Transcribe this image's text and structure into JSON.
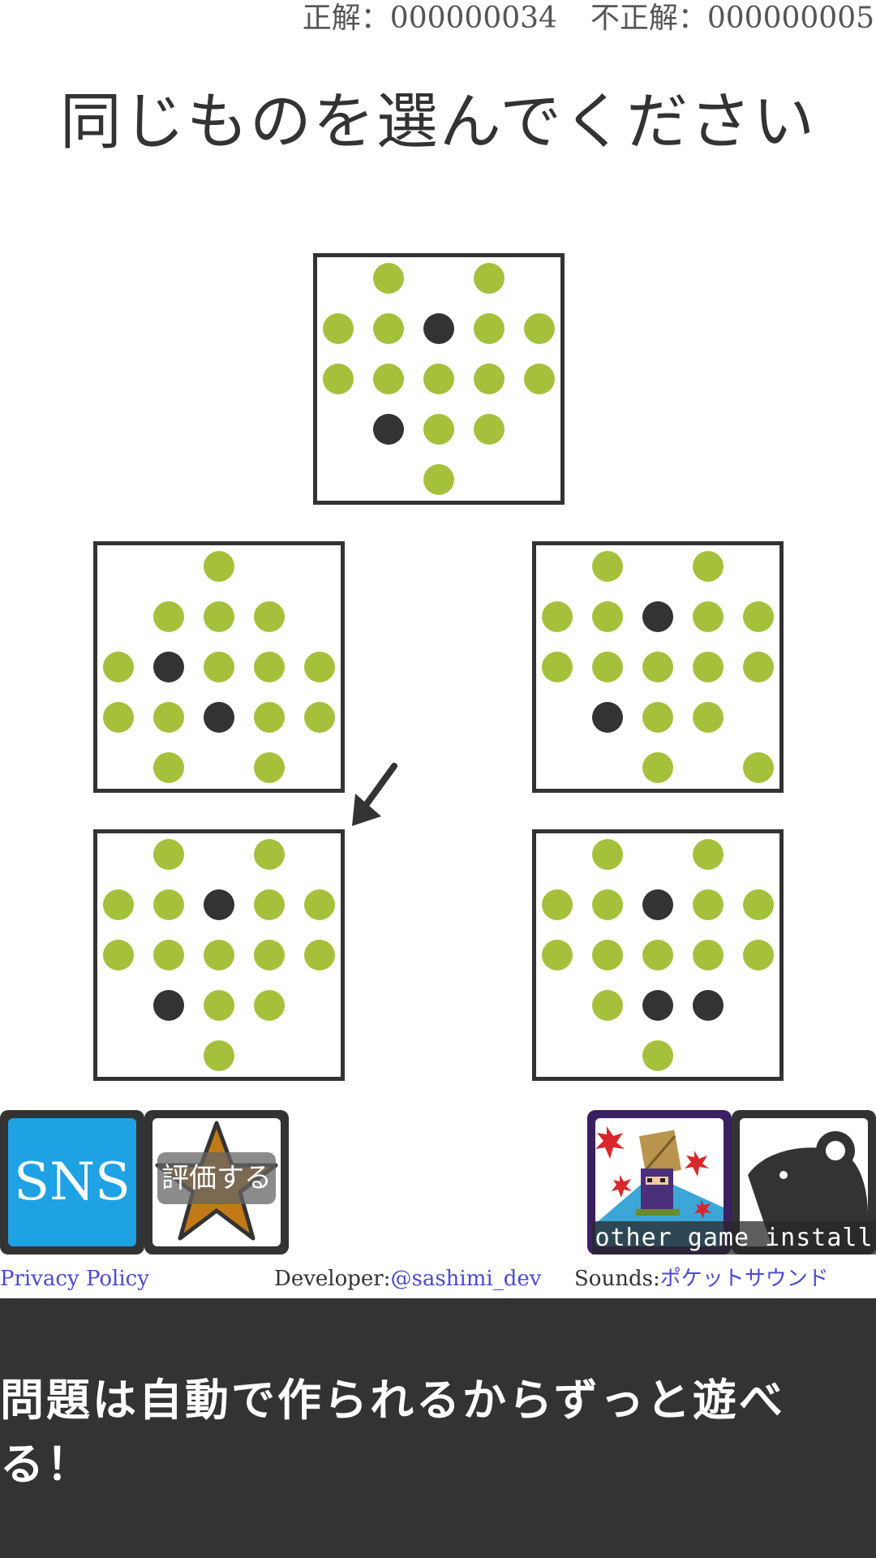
{
  "score": {
    "correct_label": "正解：",
    "correct_value": "000000034",
    "wrong_label": "不正解：",
    "wrong_value": "000000005"
  },
  "instruction": "同じものを選んでください",
  "colors": {
    "green_dot": "#a5c13c",
    "dark_dot": "#333333",
    "border": "#333333",
    "sns_blue": "#1ea2e4",
    "star_orange": "#c27a18",
    "banner_bg": "#333333",
    "link_blue": "#4a4ad8"
  },
  "legend": {
    "0": "empty",
    "1": "green-dot",
    "2": "dark-dot"
  },
  "puzzle": {
    "target": [
      [
        0,
        1,
        0,
        1,
        0
      ],
      [
        1,
        1,
        2,
        1,
        1
      ],
      [
        1,
        1,
        1,
        1,
        1
      ],
      [
        0,
        2,
        1,
        1,
        0
      ],
      [
        0,
        0,
        1,
        0,
        0
      ]
    ],
    "choices": [
      [
        [
          0,
          0,
          1,
          0,
          0
        ],
        [
          0,
          1,
          1,
          1,
          0
        ],
        [
          1,
          2,
          1,
          1,
          1
        ],
        [
          1,
          1,
          2,
          1,
          1
        ],
        [
          0,
          1,
          0,
          1,
          0
        ]
      ],
      [
        [
          0,
          1,
          0,
          1,
          0
        ],
        [
          1,
          1,
          2,
          1,
          1
        ],
        [
          1,
          1,
          1,
          1,
          1
        ],
        [
          0,
          2,
          1,
          1,
          0
        ],
        [
          0,
          0,
          1,
          0,
          1
        ]
      ],
      [
        [
          0,
          1,
          0,
          1,
          0
        ],
        [
          1,
          1,
          2,
          1,
          1
        ],
        [
          1,
          1,
          1,
          1,
          1
        ],
        [
          0,
          2,
          1,
          1,
          0
        ],
        [
          0,
          0,
          1,
          0,
          0
        ]
      ],
      [
        [
          0,
          1,
          0,
          1,
          0
        ],
        [
          1,
          1,
          2,
          1,
          1
        ],
        [
          1,
          1,
          1,
          1,
          1
        ],
        [
          0,
          1,
          2,
          2,
          0
        ],
        [
          0,
          0,
          1,
          0,
          0
        ]
      ]
    ],
    "hint_arrow_icon": "arrow-down-left-icon"
  },
  "buttons": {
    "sns_label": "SNS",
    "rate_label": "評価する",
    "rate_icon": "star-icon",
    "game1_icon": "ninja-game-icon",
    "game2_icon": "mouse-game-icon",
    "install_label": "other game install"
  },
  "footer": {
    "privacy": "Privacy Policy",
    "developer_label": "Developer:",
    "developer_handle": "@sashimi_dev",
    "sounds_label": "Sounds:",
    "sounds_credit": "ポケットサウンド"
  },
  "banner": "問題は自動で作られるからずっと遊べる！"
}
